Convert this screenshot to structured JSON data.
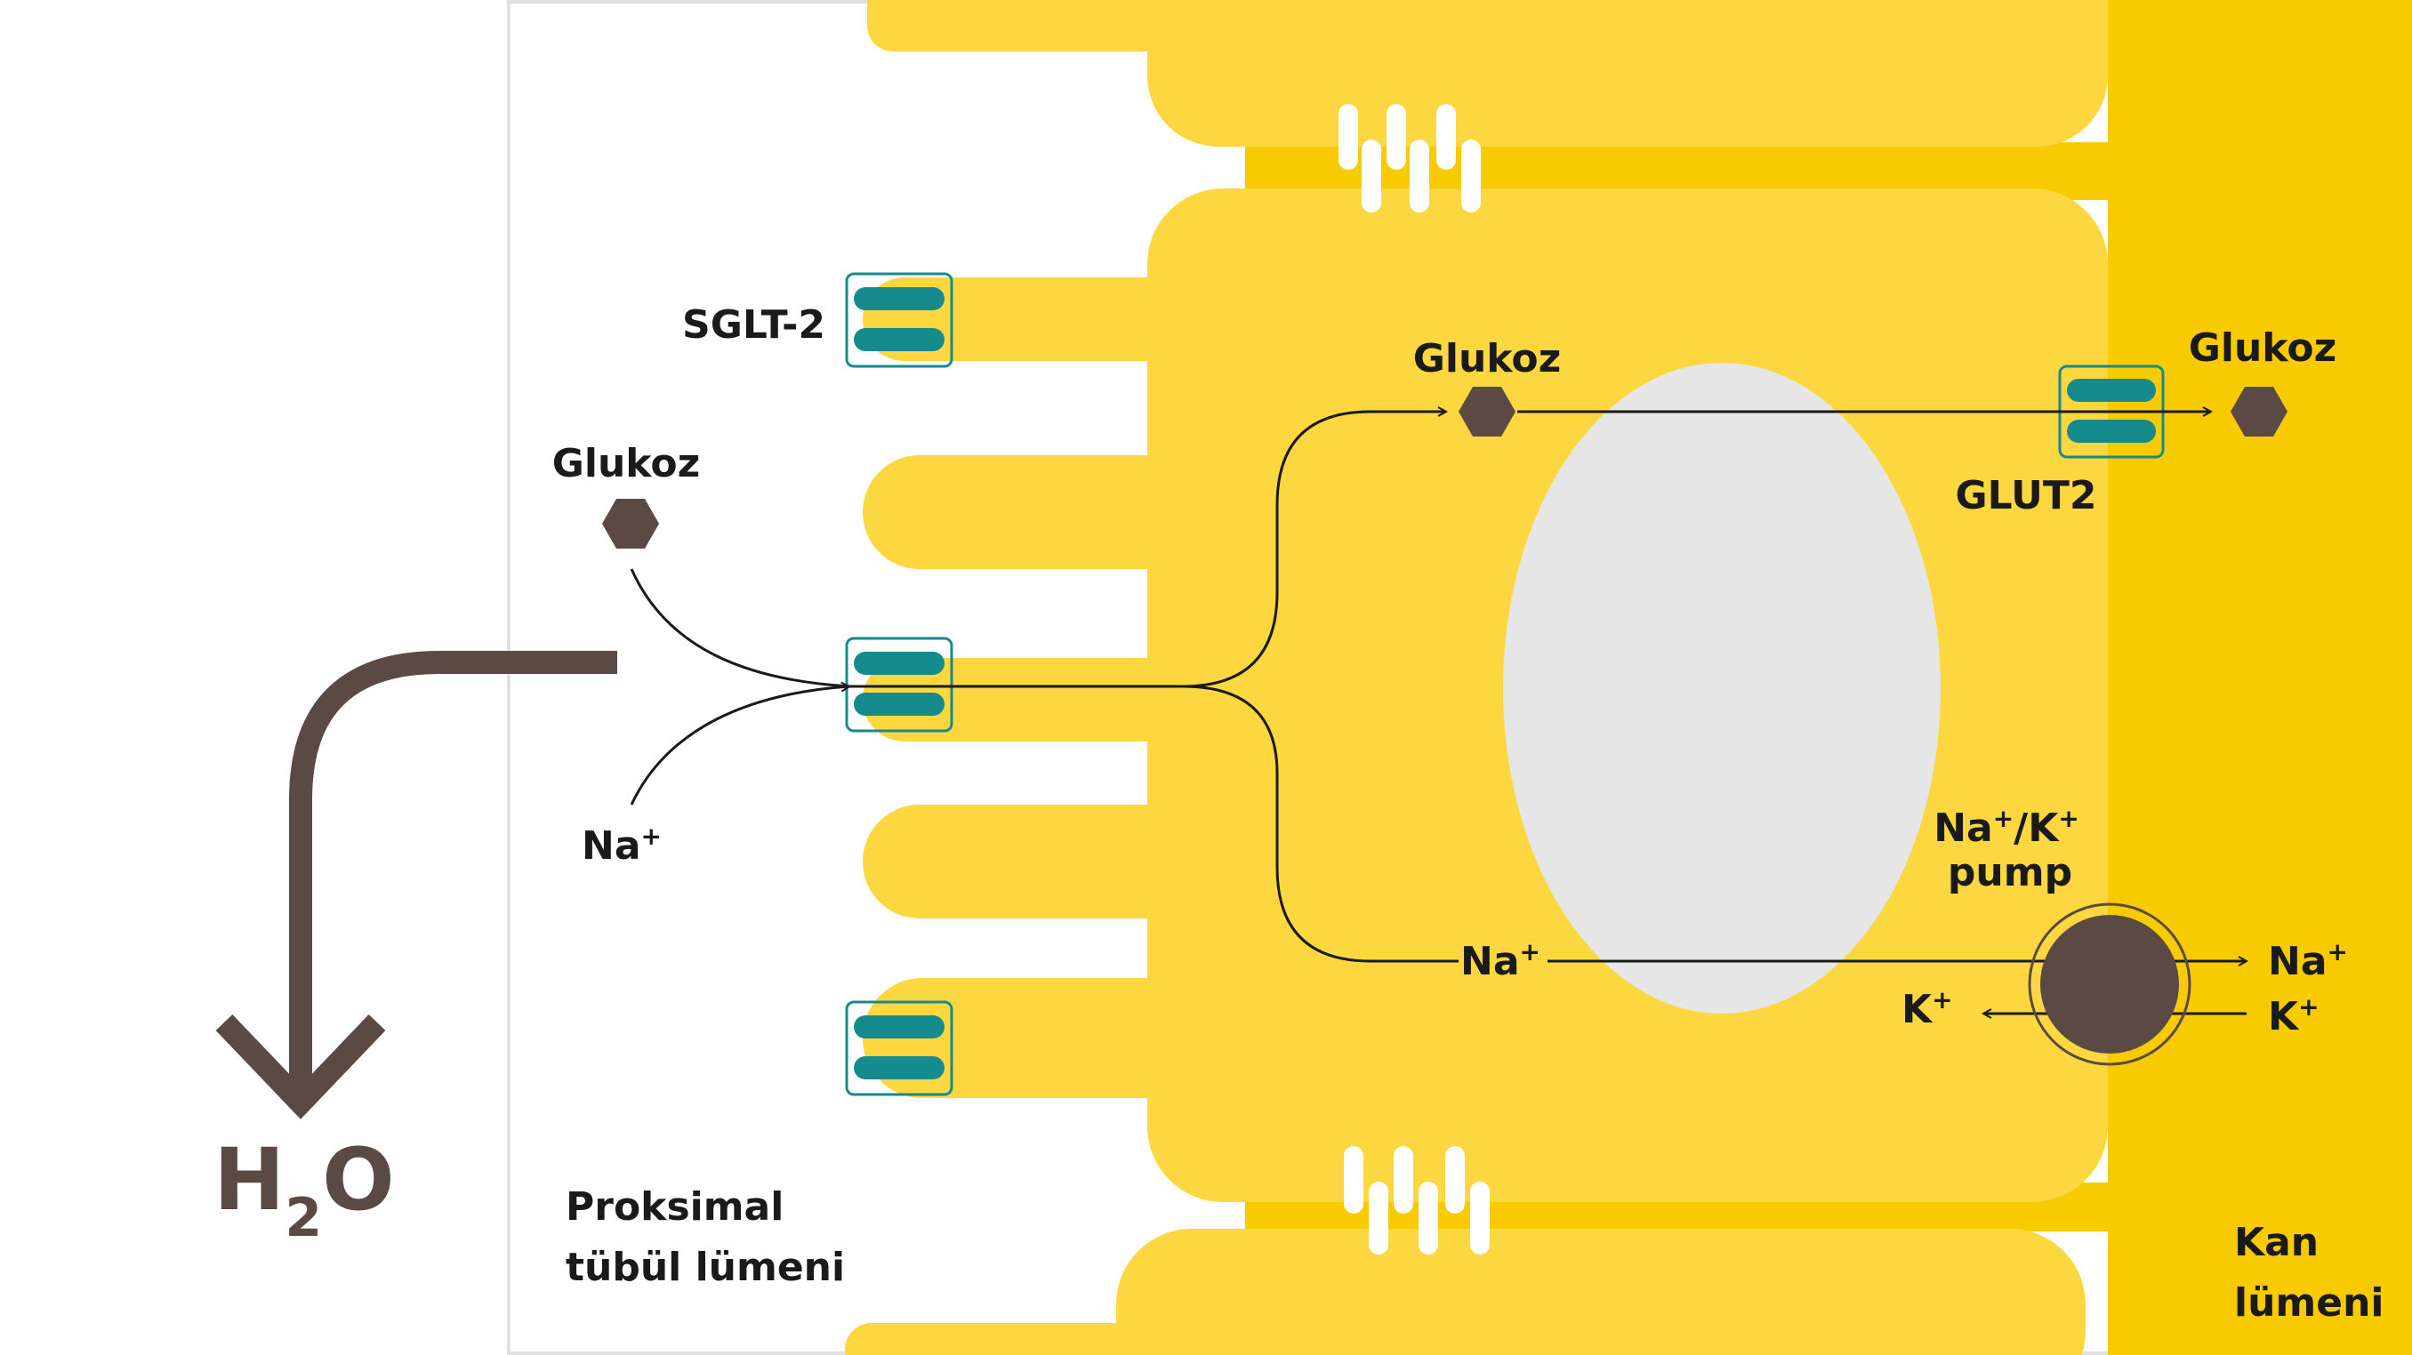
{
  "labels": {
    "sglt2": "SGLT-2",
    "glucose_lumen": "Glukoz",
    "glucose_cell": "Glukoz",
    "glucose_blood": "Glukoz",
    "glut2": "GLUT2",
    "na_lumen": "Na",
    "na_cell": "Na",
    "na_blood": "Na",
    "k_cell": "K",
    "k_blood": "K",
    "plus": "+",
    "pump_line1_na": "Na",
    "pump_line1_slash_k": "/K",
    "pump_line2": "pump",
    "lumen_line1": "Proksimal",
    "lumen_line2": "tübül lümeni",
    "blood_line1": "Kan",
    "blood_line2": "lümeni",
    "h2o_h": "H",
    "h2o_sub": "2",
    "h2o_o": "O"
  },
  "colors": {
    "cell": "#fcd73f",
    "blood": "#f7cb00",
    "nucleus": "#e6e6e6",
    "transporter": "#168b8d",
    "molecule": "#5b4a44",
    "arrow": "#1a1a1a",
    "water_arrow": "#5b4a44"
  }
}
